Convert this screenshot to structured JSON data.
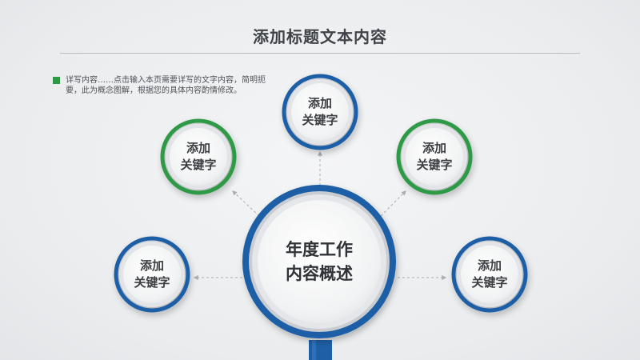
{
  "title": "添加标题文本内容",
  "note": {
    "text": "详写内容……点击输入本页需要详写的文字内容，简明扼要，此为概念图解，根据您的具体内容酌情修改。"
  },
  "center": {
    "line1": "年度工作",
    "line2": "内容概述"
  },
  "nodes": [
    {
      "line1": "添加",
      "line2": "关键字",
      "ring": "blue"
    },
    {
      "line1": "添加",
      "line2": "关键字",
      "ring": "green"
    },
    {
      "line1": "添加",
      "line2": "关键字",
      "ring": "blue"
    },
    {
      "line1": "添加",
      "line2": "关键字",
      "ring": "green"
    },
    {
      "line1": "添加",
      "line2": "关键字",
      "ring": "blue"
    }
  ],
  "colors": {
    "blue": "#1f5fa6",
    "green": "#2e9a46",
    "title": "#3f4347"
  }
}
